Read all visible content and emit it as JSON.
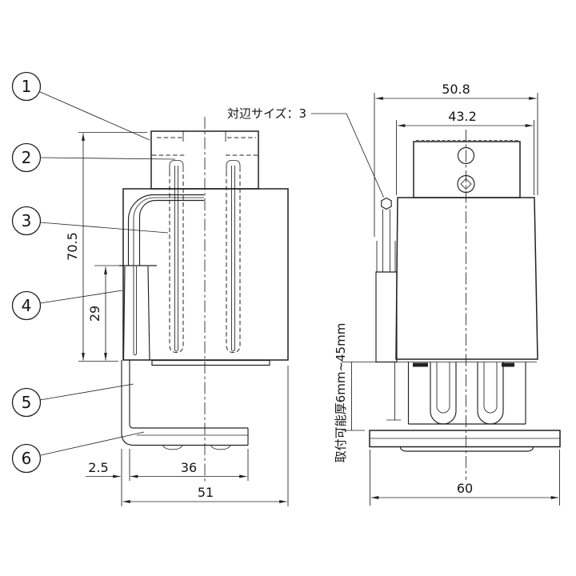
{
  "balloons": [
    {
      "label": "1"
    },
    {
      "label": "2"
    },
    {
      "label": "3"
    },
    {
      "label": "4"
    },
    {
      "label": "5"
    },
    {
      "label": "6"
    }
  ],
  "dims": {
    "front_height": "70.5",
    "front_sleeve_height": "29",
    "front_rod_offset": "2.5",
    "front_foot_length": "36",
    "front_overall_width": "51",
    "side_overall_width": "50.8",
    "side_body_width": "43.2",
    "side_base_width": "60"
  },
  "notes": {
    "hex_size": "対辺サイズ：3",
    "clamp_range": "取付可能厚6mm~45mm"
  }
}
